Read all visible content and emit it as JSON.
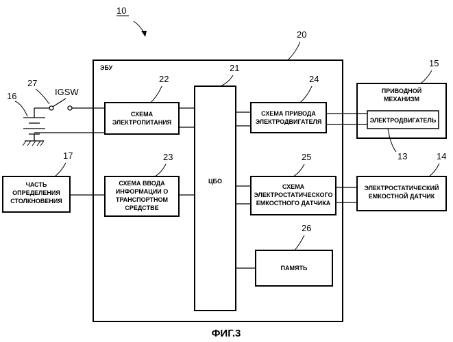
{
  "ref_system": "10",
  "ecu": {
    "ref": "20",
    "label": "ЭБУ"
  },
  "cpu": {
    "ref": "21",
    "label": "ЦБО"
  },
  "power_circuit": {
    "ref": "22",
    "line1": "СХЕМА",
    "line2": "ЭЛЕКТРОПИТАНИЯ"
  },
  "vehicle_info_circuit": {
    "ref": "23",
    "line1": "СХЕМА ВВОДА",
    "line2": "ИНФОРМАЦИИ О",
    "line3": "ТРАНСПОРТНОМ",
    "line4": "СРЕДСТВЕ"
  },
  "motor_drive_circuit": {
    "ref": "24",
    "line1": "СХЕМА ПРИВОДА",
    "line2": "ЭЛЕКТРОДВИГАТЕЛЯ"
  },
  "cap_sensor_circuit": {
    "ref": "25",
    "line1": "СХЕМА",
    "line2": "ЭЛЕКТРОСТАТИЧЕСКОГО",
    "line3": "ЕМКОСТНОГО ДАТЧИКА"
  },
  "memory": {
    "ref": "26",
    "label": "ПАМЯТЬ"
  },
  "ignition_switch": {
    "ref": "27",
    "label": "IGSW"
  },
  "battery": {
    "ref": "16"
  },
  "collision_part": {
    "ref": "17",
    "line1": "ЧАСТЬ",
    "line2": "ОПРЕДЕЛЕНИЯ",
    "line3": "СТОЛКНОВЕНИЯ"
  },
  "drive_mechanism": {
    "ref": "15",
    "line1": "ПРИВОДНОЙ",
    "line2": "МЕХАНИЗМ"
  },
  "motor": {
    "ref": "13",
    "label": "ЭЛЕКТРОДВИГАТЕЛЬ"
  },
  "cap_sensor": {
    "ref": "14",
    "line1": "ЭЛЕКТРОСТАТИЧЕСКИЙ",
    "line2": "ЕМКОСТНОЙ ДАТЧИК"
  },
  "figure_caption": "ФИГ.3"
}
